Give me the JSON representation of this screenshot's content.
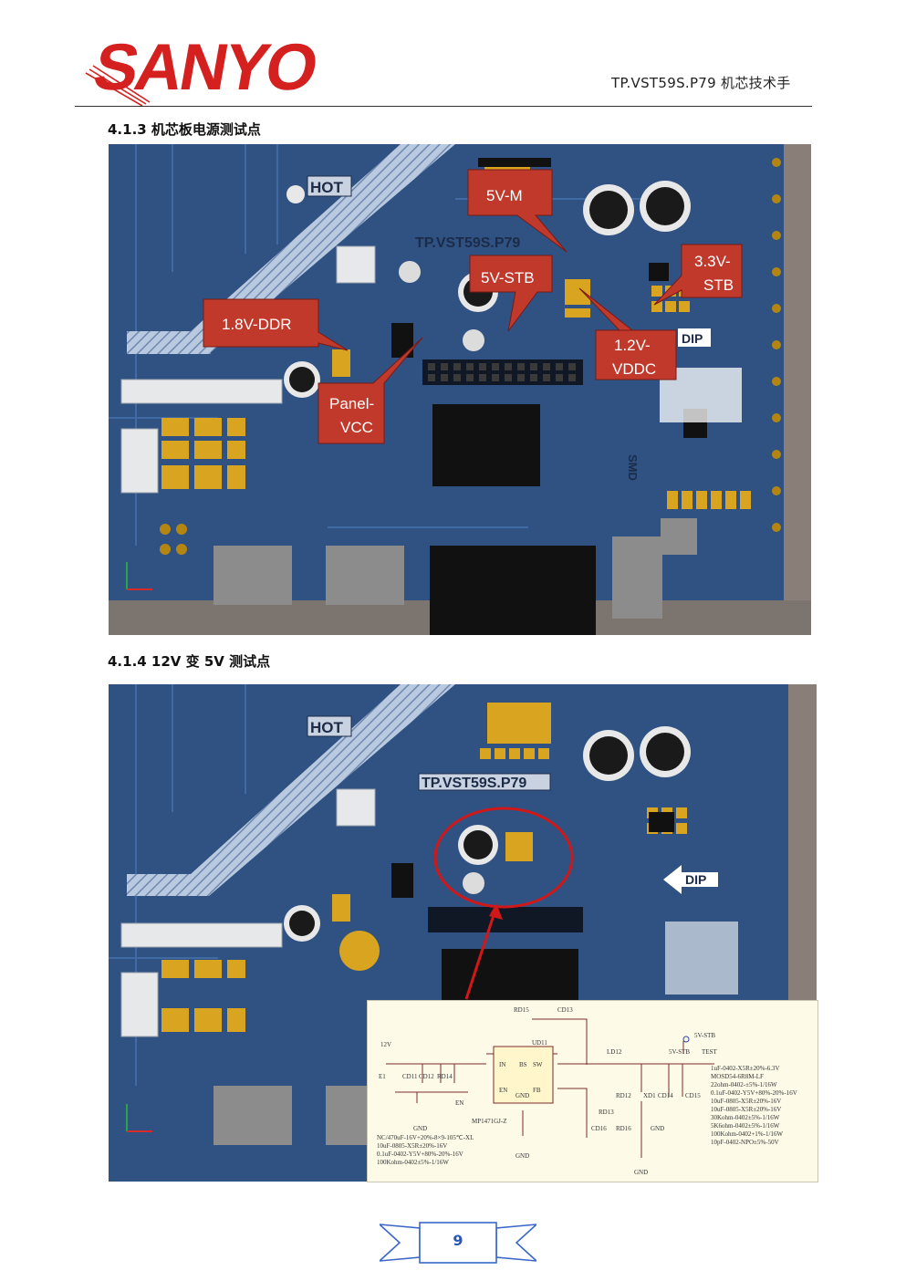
{
  "header": {
    "brand": "SANYO",
    "doc_title": "TP.VST59S.P79  机芯技术手"
  },
  "sections": [
    {
      "heading": "4.1.3  机芯板电源测试点",
      "board_silk": {
        "hot": "HOT",
        "model": "TP.VST59S.P79",
        "dip": "DIP",
        "smd": "SMD"
      },
      "callouts": {
        "v5m": "5V-M",
        "v5stb": "5V-STB",
        "v33stb_line1": "3.3V-",
        "v33stb_line2": "STB",
        "v18ddr": "1.8V-DDR",
        "v12_line1": "1.2V-",
        "v12_line2": "VDDC",
        "panel_line1": "Panel-",
        "panel_line2": "VCC"
      },
      "colors": {
        "callout": "#c0392b",
        "board": "#2c4d7a",
        "pad": "#d9a520"
      }
    },
    {
      "heading": "4.1.4 12V 变 5V 测试点",
      "board_silk": {
        "hot": "HOT",
        "model": "TP.VST59S.P79",
        "dip": "DIP"
      },
      "schematic": {
        "rd15": "RD15",
        "cd13": "CD13",
        "ud11": "UD11",
        "v12": "12V",
        "ld12": "LD12",
        "v5stb": "5V-STB",
        "test": "TEST",
        "e1": "E1",
        "cd11": "CD11",
        "cd12": "CD12",
        "rd14": "RD14",
        "en_label": "EN",
        "pin_in": "IN",
        "pin_bs": "BS",
        "pin_sw": "SW",
        "pin_en": "EN",
        "pin_gnd": "GND",
        "pin_fb": "FB",
        "chip": "MP1471GJ-Z",
        "rd12": "RD12",
        "xd1": "XD1",
        "cd14": "CD14",
        "cd15": "CD15",
        "rd13": "RD13",
        "cd16": "CD16",
        "rd16": "RD16",
        "gnd": "GND",
        "notes_left": [
          "NC/470uF-16V+20%-8×9-105℃-XL",
          "10uF-0805-X5R±20%-16V",
          "0.1uF-0402-Y5V+80%-20%-16V",
          "100Kohm-0402±5%-1/16W"
        ],
        "notes_right": [
          "1uF-0402-X5R±20%-6.3V",
          "MOSD54-6R8M-LF",
          "22ohm-0402-±5%-1/16W",
          "0.1uF-0402-Y5V+80%-20%-16V",
          "10uF-0805-X5R±20%-16V",
          "10uF-0805-X5R±20%-16V",
          "30Kohm-0402±5%-1/16W",
          "5K6ohm-0402±5%-1/16W",
          "100Kohm-0402+1%-1/16W",
          "10pF-0402-NPO±5%-50V"
        ]
      }
    }
  ],
  "footer": {
    "page": "9"
  }
}
